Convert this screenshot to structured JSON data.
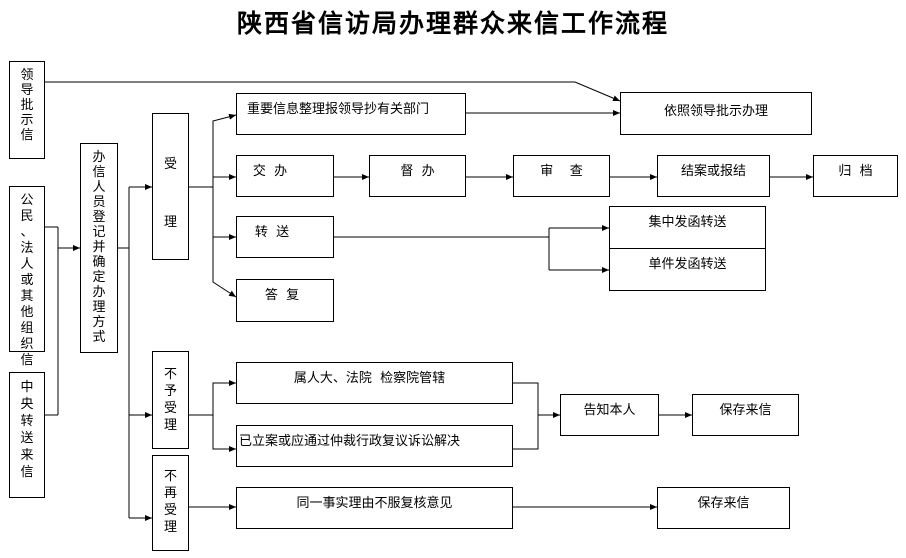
{
  "title": "陕西省信访局办理群众来信工作流程",
  "boxes": {
    "leader_instruction": "领导批示信",
    "public_letters": "公民、法人或其他组织信",
    "central_transfer": "中央转送来信",
    "register": "办信人员登记并确定办理方式",
    "accept": "受理",
    "not_accept": "不予受理",
    "no_re_accept": "不再受理",
    "important_info": "重要信息整理报领导抄有关部门",
    "per_instruction": "依照领导批示办理",
    "assign": "交  办",
    "supervise": "督  办",
    "review": "审    查",
    "conclude": "结案或报结",
    "archive": "归  档",
    "forward": "转  送",
    "batch_forward": "集中发函转送",
    "single_forward": "单件发函转送",
    "reply": "答  复",
    "court_jurisdiction": "属人大、法院  检察院管辖",
    "filed_or_arbitration": "已立案或应通过仲裁行政复议诉讼解决",
    "inform_person": "告知本人",
    "keep_letter_1": "保存来信",
    "same_matter": "同一事实理由不服复核意见",
    "keep_letter_2": "保存来信"
  }
}
